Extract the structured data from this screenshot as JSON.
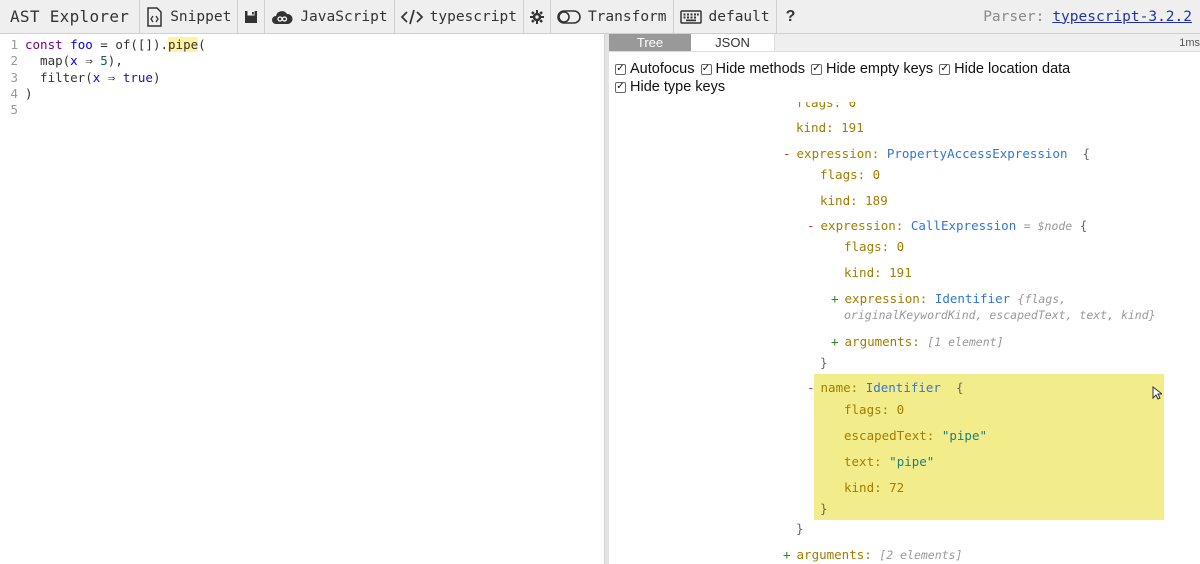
{
  "toolbar": {
    "brand": "AST Explorer",
    "snippet_label": "Snippet",
    "language_label": "JavaScript",
    "parser_label": "typescript",
    "transform_label": "Transform",
    "keymap_label": "default",
    "help_label": "?",
    "parser_caption": "Parser:",
    "parser_link": "typescript-3.2.2"
  },
  "editor": {
    "line_numbers": [
      "1",
      "2",
      "3",
      "4",
      "5"
    ]
  },
  "output": {
    "tabs": [
      "Tree",
      "JSON"
    ],
    "timing": "1ms",
    "options": [
      "Autofocus",
      "Hide methods",
      "Hide empty keys",
      "Hide location data",
      "Hide type keys"
    ]
  },
  "tree": {
    "flags_partial": "flags: 0",
    "kind_191": "kind: 191",
    "expression_key": "expression:",
    "prop_access_type": "PropertyAccessExpression",
    "flags0": "flags: 0",
    "kind189": "kind: 189",
    "call_expr_key": "expression:",
    "call_expr_type": "CallExpression",
    "node_hint": "= $node",
    "flags0b": "flags: 0",
    "kind191b": "kind: 191",
    "ident_key": "expression:",
    "ident_type": "Identifier",
    "ident_summary1": "{flags,",
    "ident_summary2": "originalKeywordKind, escapedText, text, kind}",
    "args_key": "arguments:",
    "args_summary": "[1 element]",
    "close_brace": "}",
    "name_key": "name:",
    "name_type": "Identifier",
    "name_flags": "flags: 0",
    "escaped_key": "escapedText:",
    "escaped_val": "\"pipe\"",
    "text_key": "text:",
    "text_val": "\"pipe\"",
    "kind72": "kind: 72",
    "close_brace2": "}",
    "close_brace3": "}",
    "outer_args_key": "arguments:",
    "outer_args_summary": "[2 elements]"
  }
}
